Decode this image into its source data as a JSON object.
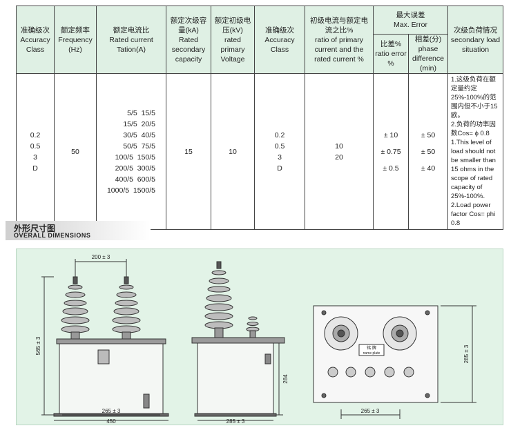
{
  "table": {
    "headers": {
      "accuracy_class": {
        "cn": "准确级次",
        "en": "Accuracy Class"
      },
      "frequency": {
        "cn": "额定频率",
        "en": "Frequency",
        "unit": "(Hz)"
      },
      "current_ratio": {
        "cn": "额定电流比",
        "en": "Rated current Tation(A)"
      },
      "secondary_capacity": {
        "cn": "额定次级容量(kA)",
        "en": "Rated secondary capacity"
      },
      "primary_voltage": {
        "cn": "额定初级电压(kV)",
        "en": "rated primary Voltage"
      },
      "accuracy_class2": {
        "cn": "准确级次",
        "en": "Accuracy Class"
      },
      "primary_ratio": {
        "cn": "初级电流与额定电流之比%",
        "en": "ratio of primary current and the rated current %"
      },
      "max_error": {
        "cn": "最大误差",
        "en": "Max. Error"
      },
      "ratio_error": {
        "cn": "比差%",
        "en": "ratio error %"
      },
      "phase_diff": {
        "cn": "相差(分)",
        "en": "phase difference (min)"
      },
      "secondary_load": {
        "cn": "次级负荷情况",
        "en": "secondary load situation"
      }
    },
    "row": {
      "accuracy_class": [
        "0.2",
        "0.5",
        "3",
        "D"
      ],
      "frequency": "50",
      "current_ratios": [
        "5/5  15/5",
        "15/5  20/5",
        "30/5  40/5",
        "50/5  75/5",
        "100/5  150/5",
        "200/5  300/5",
        "400/5  600/5",
        "1000/5  1500/5"
      ],
      "secondary_capacity": "15",
      "primary_voltage": "10",
      "accuracy_class2": [
        "0.2",
        "0.5",
        "3",
        "D"
      ],
      "primary_ratio": [
        "10",
        "20"
      ],
      "ratio_error": [
        "± 10",
        "± 0.75",
        "± 0.5"
      ],
      "phase_diff": [
        "± 50",
        "± 50",
        "± 40"
      ],
      "secondary_load": [
        "1.这级负荷在额定量约定25%-100%的范围内但不小于15欧。",
        "2.负荷的功率因数Cos= ϕ 0.8",
        "1.This level of load should not be smaller than 15 ohms in the scope of rated capacity of 25%-100%.",
        "2.Load power factor Cos= phi 0.8"
      ]
    }
  },
  "section": {
    "title_cn": "外形尺寸图",
    "title_en": "OVERALL DIMENSIONS"
  },
  "drawing": {
    "dims": {
      "front_top": "200 ± 3",
      "front_height": "565 ± 3",
      "front_base": "265 ± 3",
      "front_width": "450",
      "side_height": "284",
      "side_base": "285 ± 3",
      "top_depth": "285 ± 3",
      "top_base": "265 ± 3"
    },
    "nameplate": {
      "cn": "铭 牌",
      "en": "name plate"
    }
  }
}
